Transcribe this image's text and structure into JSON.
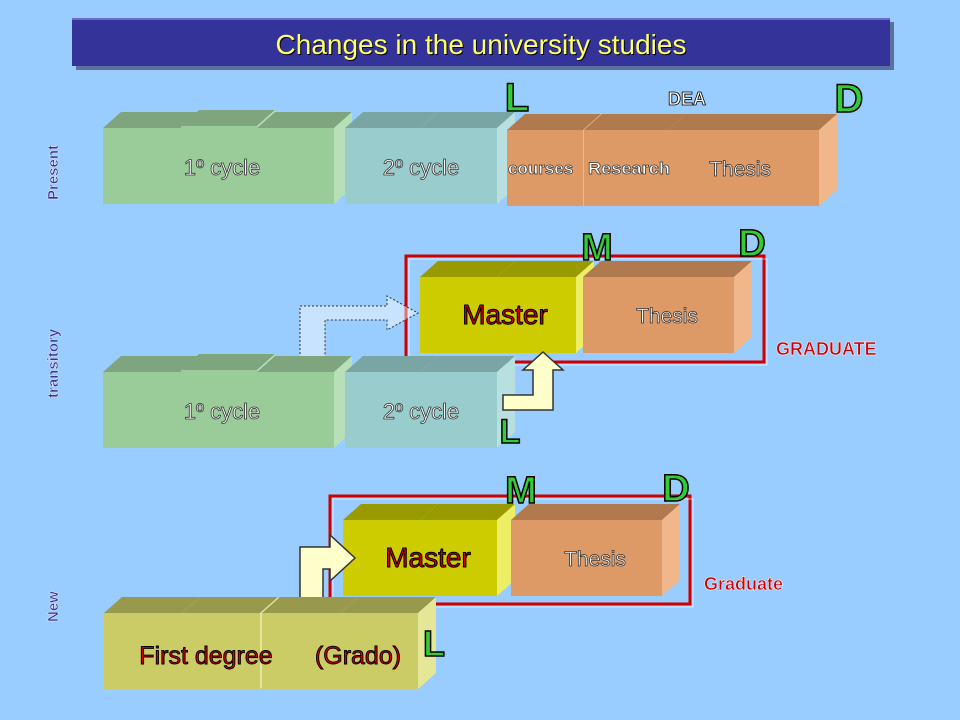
{
  "title": "Changes in the university studies",
  "row_labels": {
    "present": "Present",
    "transitory": "transitory",
    "new": "New"
  },
  "present": {
    "cycle1": "1º cycle",
    "cycle2": "2º cycle",
    "courses": "courses",
    "research": "Research",
    "thesis": "Thesis",
    "dea": "DEA",
    "letter_L": "L",
    "letter_D": "D"
  },
  "transitory": {
    "master": "Master",
    "thesis": "Thesis",
    "graduate": "GRADUATE",
    "cycle1": "1º cycle",
    "cycle2": "2º cycle",
    "letter_M": "M",
    "letter_D": "D",
    "letter_L": "L"
  },
  "new": {
    "master": "Master",
    "thesis": "Thesis",
    "graduate": "Graduate",
    "first_degree_a": "First degree",
    "first_degree_b": "(Grado)",
    "letter_M": "M",
    "letter_D": "D",
    "letter_L": "L"
  },
  "colors": {
    "background": "#99ccff",
    "title_bar": "#333399",
    "title_text": "#ffff66",
    "letter_green": "#33cc33",
    "graduate_red": "#cc0000",
    "cycle1_block": "#99cc99",
    "cycle2_block": "#99cccc",
    "doctorate_block": "#dd9966",
    "master_block": "#cccc00",
    "first_degree_block": "#cccc66"
  }
}
